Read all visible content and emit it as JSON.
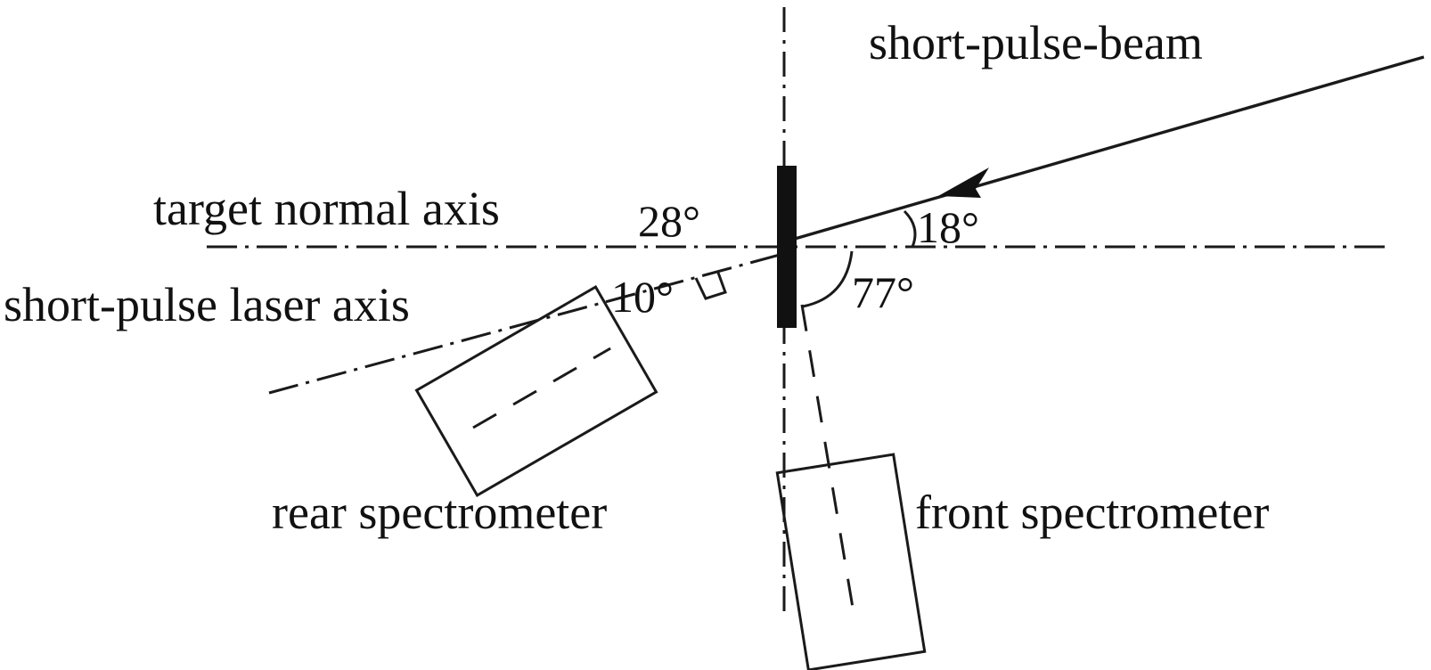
{
  "labels": {
    "short_pulse_beam": "short-pulse-beam",
    "target_normal_axis": "target normal axis",
    "short_pulse_laser_axis": "short-pulse laser axis",
    "rear_spectrometer": "rear spectrometer",
    "front_spectrometer": "front spectrometer"
  },
  "angles": {
    "a28": "28°",
    "a18": "18°",
    "a10": "10°",
    "a77": "77°"
  },
  "colors": {
    "ink": "#111111",
    "target": "#111111",
    "background": "#ffffff"
  }
}
